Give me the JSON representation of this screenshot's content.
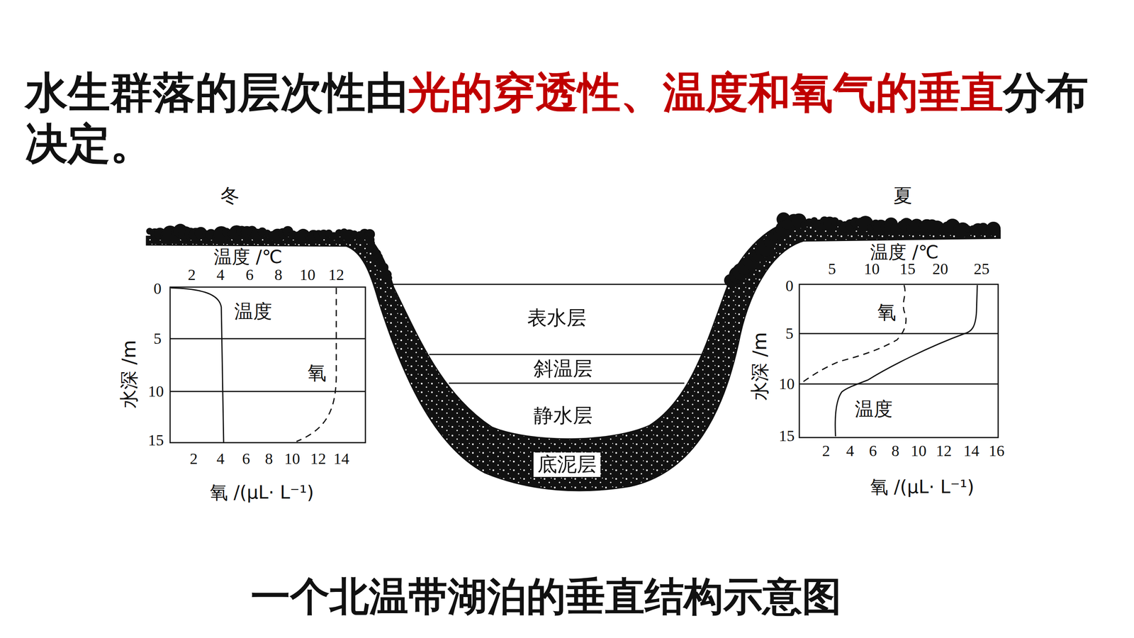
{
  "diagram": {
    "title": "水生群落的层次性由光的穿透性、温度和氧气的垂直分布决定。",
    "caption": "一个北温带湖泊的垂直结构示意图",
    "nodes": [
      {
        "text": [
          "表水层"
        ]
      },
      {
        "text": [
          "斜温层"
        ]
      },
      {
        "text": [
          "静水层"
        ]
      },
      {
        "text": [
          "底泥层"
        ]
      }
    ],
    "labels": [
      "冬",
      "温度 /℃",
      "2",
      "4",
      "6",
      "8",
      "10",
      "12",
      "0",
      "5",
      "10",
      "15",
      "水深 /m",
      "温度",
      "氧",
      "2",
      "4",
      "6",
      "8",
      "10",
      "12",
      "14",
      "氧 /(μL· L⁻¹)",
      "夏",
      "温度 /℃",
      "5",
      "10",
      "15",
      "20",
      "25",
      "0",
      "5",
      "10",
      "15",
      "水深 /m",
      "氧",
      "温度",
      "2",
      "4",
      "6",
      "8",
      "10",
      "12",
      "14",
      "16",
      "氧 /(μL· L⁻¹)"
    ]
  }
}
